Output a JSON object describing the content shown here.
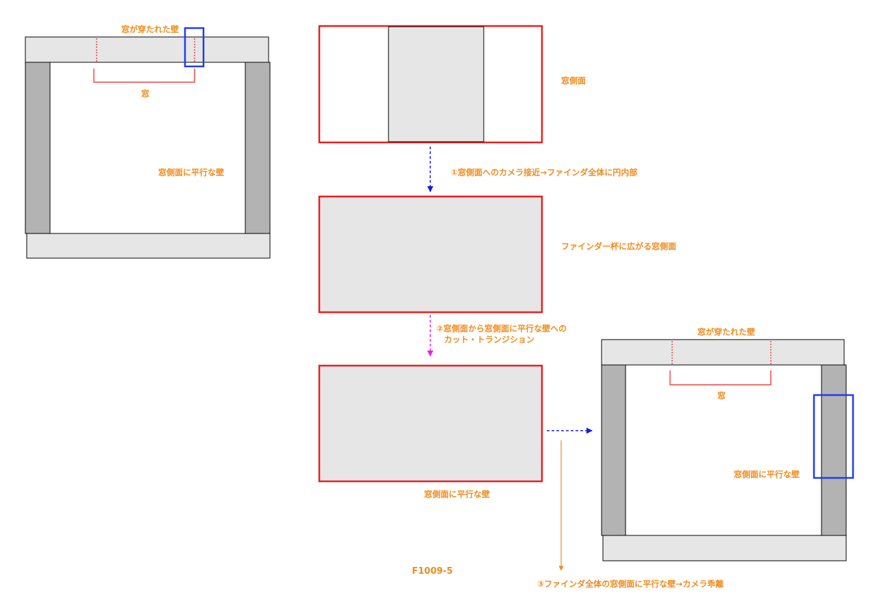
{
  "labels": {
    "pierced_wall": "窓が穿たれた壁",
    "window": "窓",
    "window_side": "窓側面",
    "parallel_wall": "窓側面に平行な壁",
    "step1": "①窓側面へのカメラ接近→ファインダ全体に円内部",
    "finder_full": "ファインダー杯に広がる窓側面",
    "step2_line1": "②窓側面から窓側面に平行な壁への",
    "step2_line2": "カット・トランジション",
    "step3": "③ファインダ全体の窓側面に平行な壁→カメラ乖離",
    "figure_code": "F1009-5"
  },
  "colors": {
    "label": "#F08C1E",
    "frame_red": "#EE1C1C",
    "highlight_blue": "#1E3CF0",
    "arrow_blue": "#1A1AE6",
    "arrow_magenta": "#EE1CEE",
    "wall_light": "#E6E6E6",
    "wall_dark": "#B3B3B3"
  }
}
